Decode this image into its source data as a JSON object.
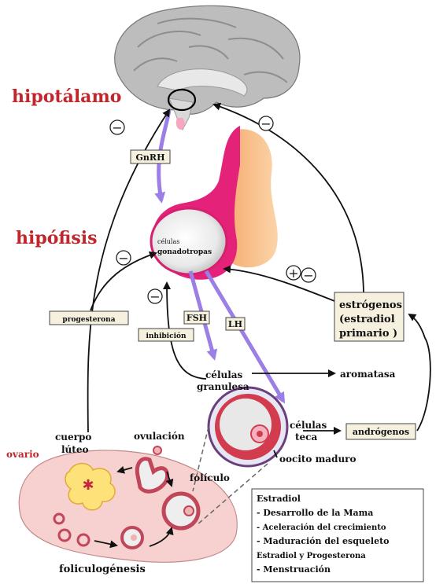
{
  "titles": {
    "hypothalamus": "hipotálamo",
    "pituitary": "hipófisis",
    "ovary": "ovario"
  },
  "hormones": {
    "gnrh": "GnRH",
    "fsh": "FSH",
    "lh": "LH"
  },
  "cells": {
    "gonadotropes_line1": "células",
    "gonadotropes_line2": "gonadotropas",
    "granulosa_line1": "células",
    "granulosa_line2": "granulesa",
    "theca_line1": "células",
    "theca_line2": "teca"
  },
  "labels": {
    "progesterone": "progesterona",
    "inhibition": "inhibición",
    "aromatase": "aromatasa",
    "androgens": "andrógenos",
    "estrogens_line1": "estrógenos",
    "estrogens_line2": "(estradiol",
    "estrogens_line3": "primario )",
    "mature_oocyte": "oocito maduro",
    "corpus_luteum_line1": "cuerpo",
    "corpus_luteum_line2": "lúteo",
    "ovulation": "ovulación",
    "follicle": "folículo",
    "folliculogenesis": "foliculogénesis"
  },
  "feedback_signs": {
    "minus": "−",
    "plus": "+"
  },
  "effects_box": {
    "heading1": "Estradiol",
    "items1": [
      "- Desarrollo de la Mama",
      "- Aceleración del crecimiento",
      "- Maduración del esqueleto"
    ],
    "heading2": "Estradiol y Progesterona",
    "items2": [
      "- Menstruación"
    ]
  },
  "colors": {
    "title_red": "#c0262c",
    "arrow_purple": "#9b7fe6",
    "pituitary_pink": "#e5227a",
    "pituitary_orange": "#f7b46e",
    "ovary_pink": "#f7d0d0",
    "follicle_red": "#c2465a",
    "box_fill": "#f6f1df"
  }
}
